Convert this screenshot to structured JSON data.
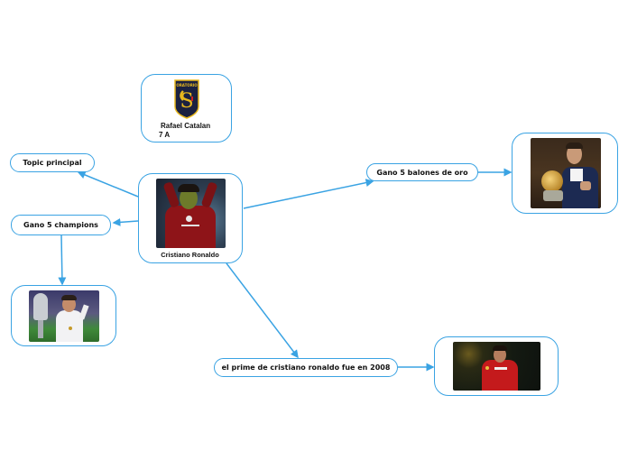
{
  "colors": {
    "connector": "#3aa3e3",
    "node_border": "#3aa3e3",
    "text": "#111111",
    "background": "#ffffff"
  },
  "header_card": {
    "name_line": "Rafael Catalan",
    "class_line": "7 A",
    "logo": "oratorio-shield-logo",
    "logo_text": "ORATORIO"
  },
  "central_topic": {
    "label": "Cristiano Ronaldo",
    "image": "ronaldo-manchester-celebration-photo"
  },
  "topics": [
    {
      "label": "Topic principal"
    },
    {
      "label": "Gano 5 champions"
    },
    {
      "label": "Gano 5 balones de oro"
    },
    {
      "label": "el prime de cristiano ronaldo fue en 2008"
    }
  ],
  "image_nodes": [
    {
      "image": "ronaldo-champions-trophy-photo"
    },
    {
      "image": "ronaldo-ballon-dor-photo"
    },
    {
      "image": "ronaldo-manchester-2008-photo"
    }
  ]
}
